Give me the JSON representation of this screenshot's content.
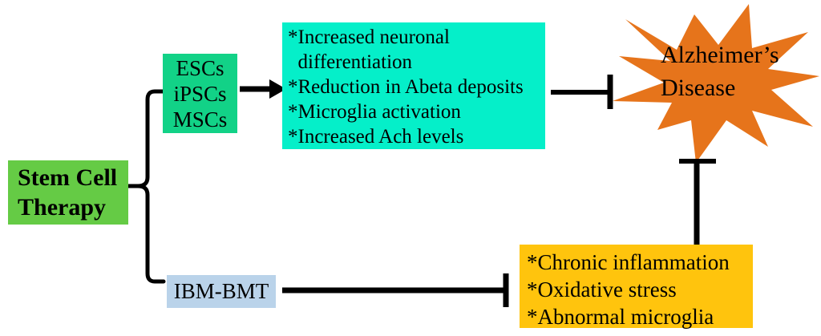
{
  "diagram": {
    "stem_box": {
      "lines": [
        "Stem Cell",
        "Therapy"
      ]
    },
    "cell_types_box": {
      "lines": [
        "ESCs",
        "iPSCs",
        "MSCs"
      ]
    },
    "effects_box": {
      "lines": [
        "*Increased neuronal",
        "  differentiation",
        "*Reduction in Abeta deposits",
        "*Microglia activation",
        "*Increased Ach levels"
      ]
    },
    "ibm_box": {
      "label": "IBM-BMT"
    },
    "pathology_box": {
      "lines": [
        "*Chronic inflammation",
        "*Oxidative stress",
        "*Abnormal microglia"
      ]
    },
    "disease_burst": {
      "lines": [
        "Alzheimer’s",
        "Disease"
      ]
    },
    "colors": {
      "stem_box": "#65cb45",
      "cell_types_box": "#12d287",
      "effects_box": "#05efc9",
      "ibm_box": "#bad3ea",
      "pathology_box": "#ffc40d",
      "starburst": "#e6741b",
      "connector": "#000000"
    }
  }
}
